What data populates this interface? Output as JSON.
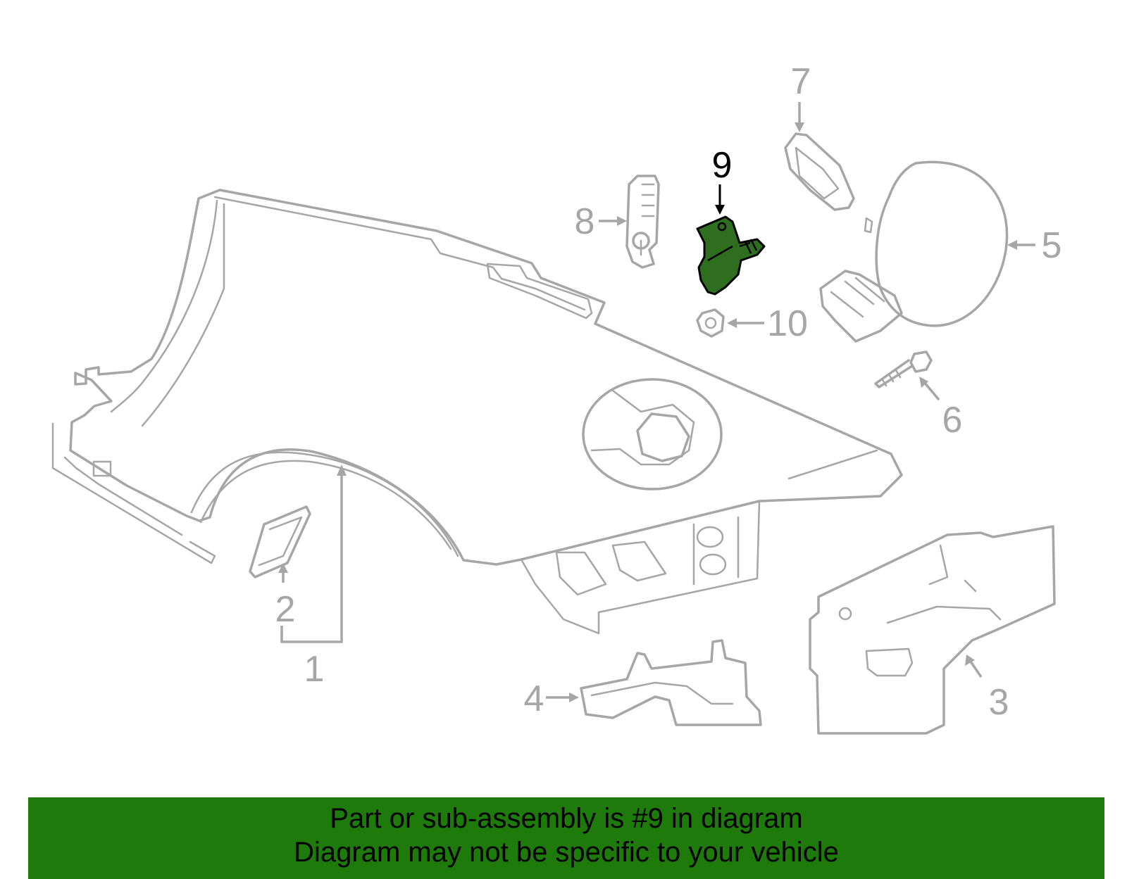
{
  "callouts": {
    "c1": "1",
    "c2": "2",
    "c3": "3",
    "c4": "4",
    "c5": "5",
    "c6": "6",
    "c7": "7",
    "c8": "8",
    "c9": "9",
    "c10": "10"
  },
  "highlighted_part": "9",
  "colors": {
    "line_art": "#a6a6a6",
    "highlight_fill": "#2e6e1e",
    "banner": "#1f7a0c"
  },
  "footer": {
    "line1": "Part or sub-assembly is #9 in diagram",
    "line2": "Diagram may not be specific to your vehicle"
  }
}
